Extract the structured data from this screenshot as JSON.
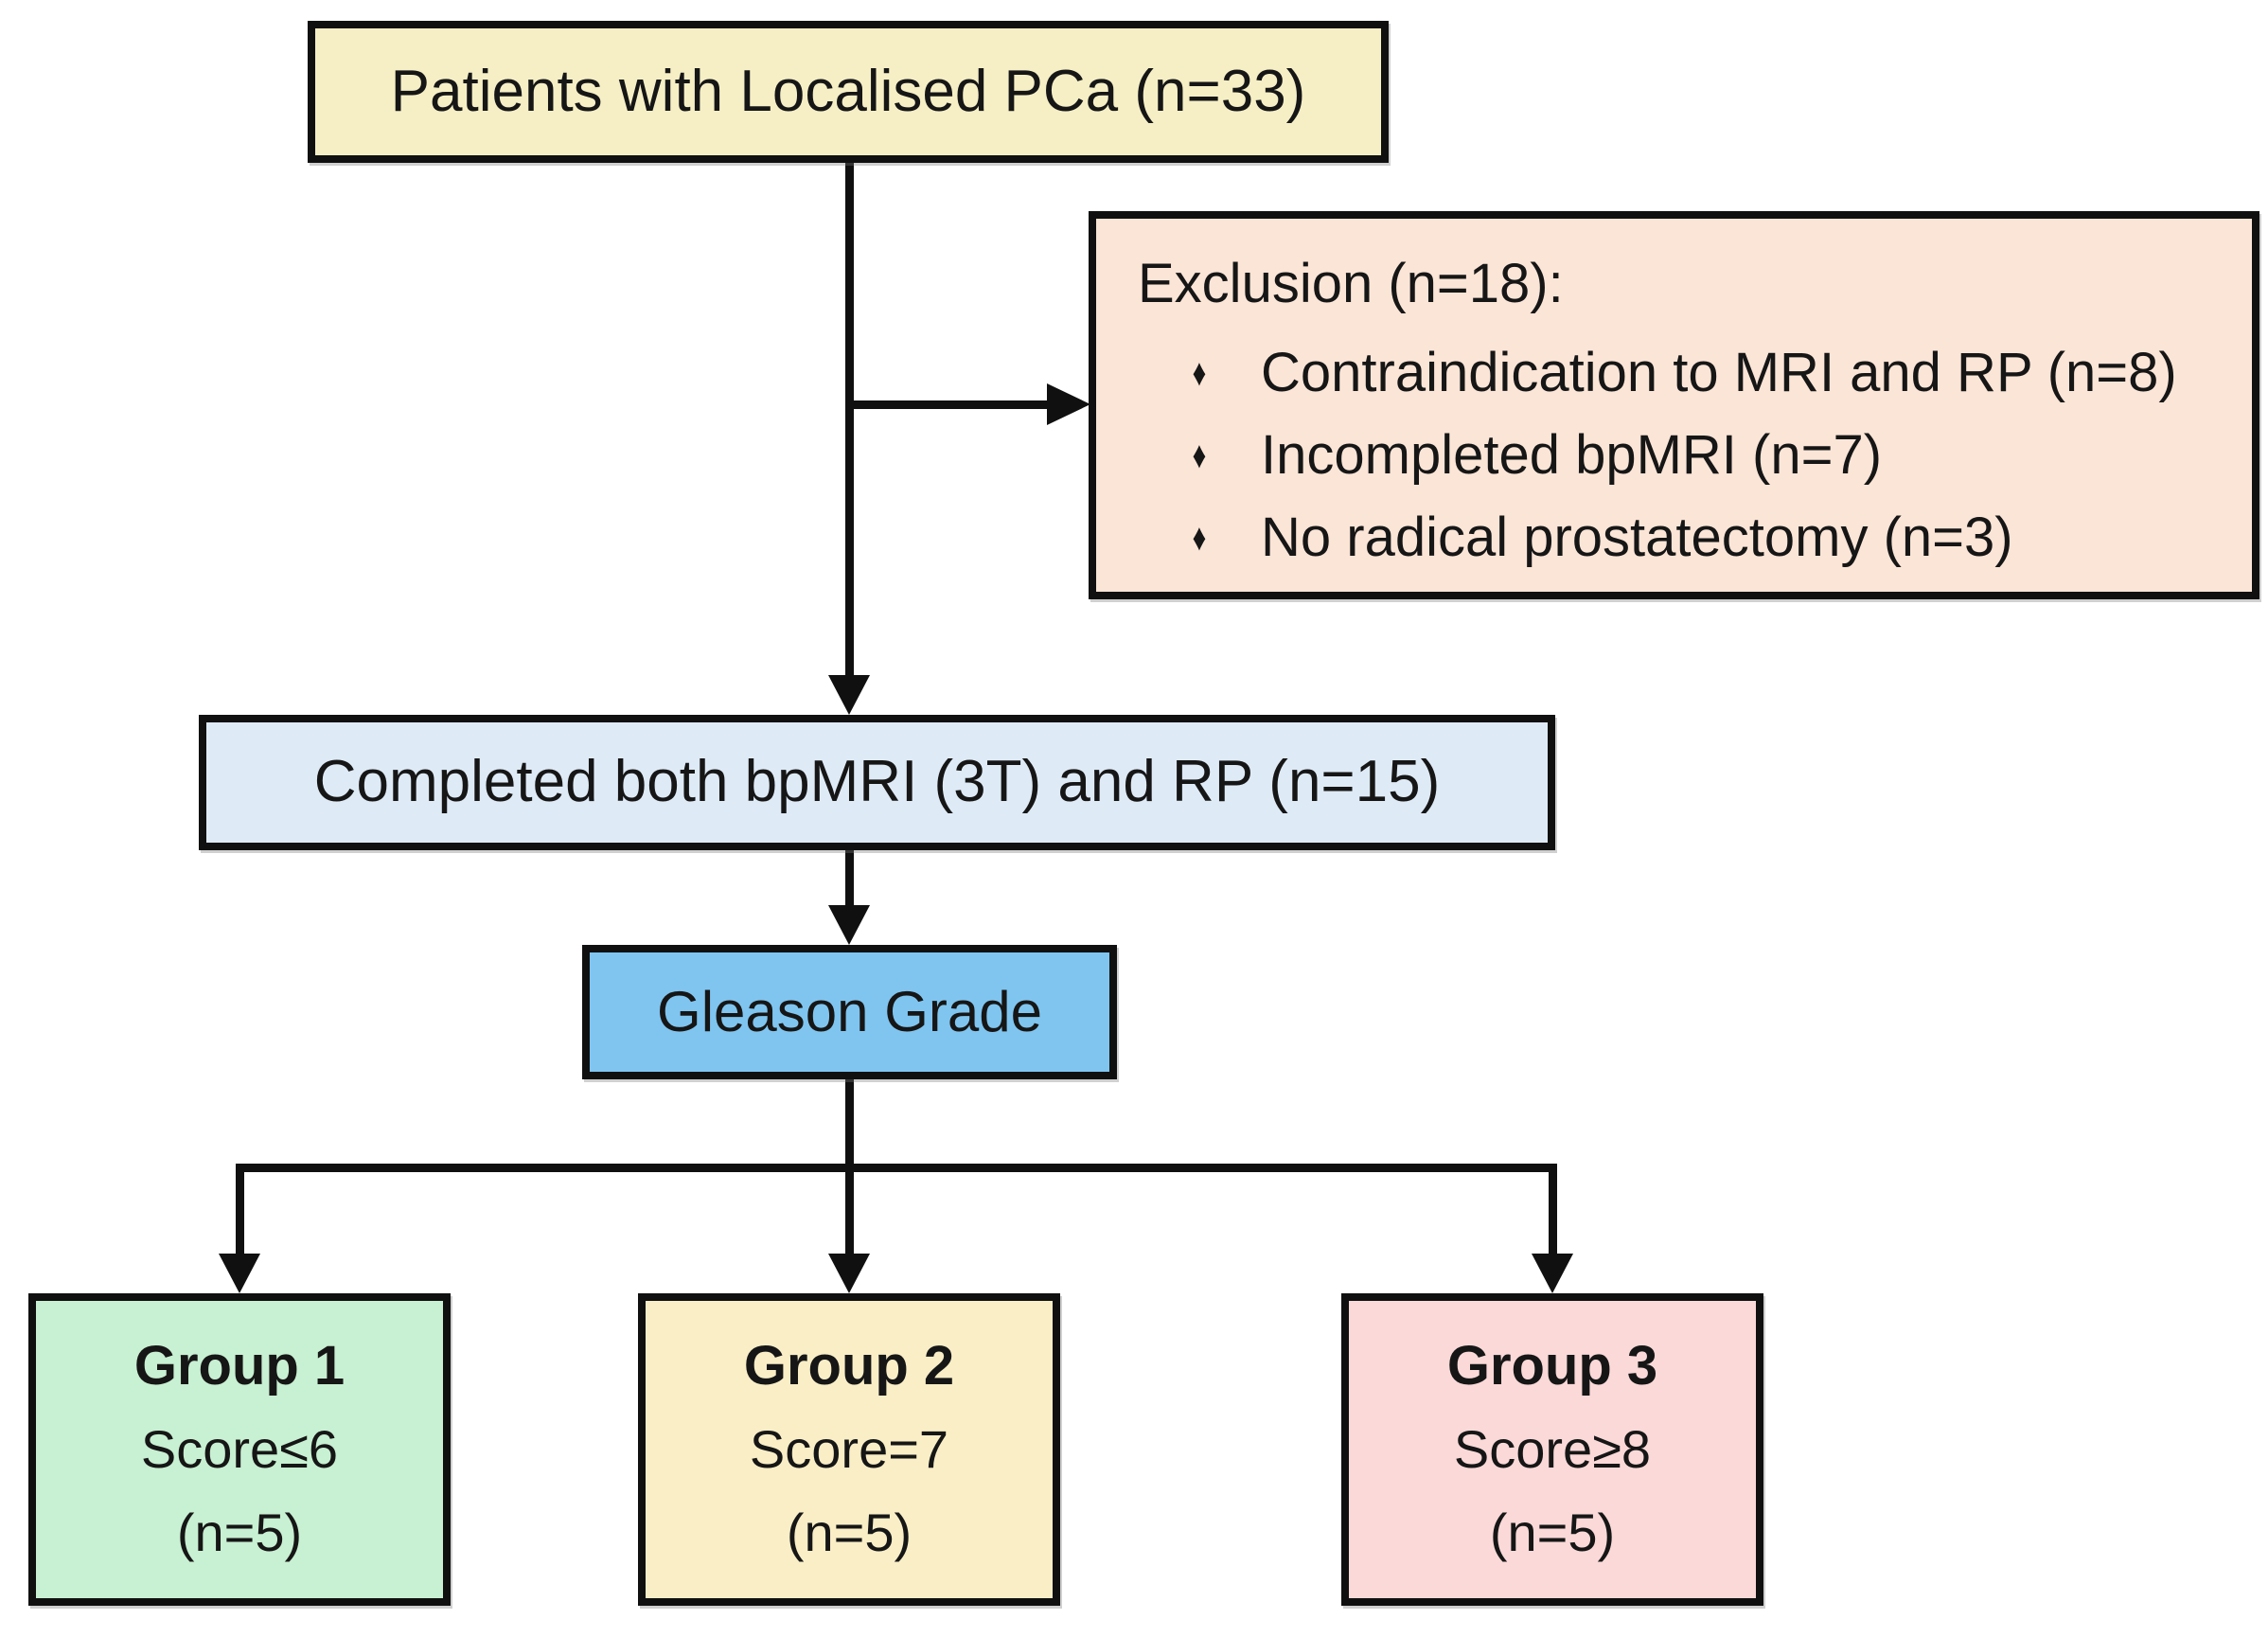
{
  "diagram": {
    "type": "flowchart",
    "nodes": {
      "patients": {
        "label": "Patients with Localised PCa (n=33)",
        "fill": "#F6EFC5"
      },
      "exclusion": {
        "title": "Exclusion (n=18):",
        "bullet": "♦",
        "items": [
          "Contraindication to MRI and RP (n=8)",
          "Incompleted bpMRI (n=7)",
          "No radical prostatectomy (n=3)"
        ],
        "fill": "#FBE5D7"
      },
      "completed": {
        "label": "Completed both bpMRI (3T) and RP (n=15)",
        "fill": "#DEEAF6"
      },
      "gleason": {
        "label": "Gleason Grade",
        "fill": "#7FC5F0"
      },
      "group1": {
        "title": "Group 1",
        "score": "Score≤6",
        "count": "(n=5)",
        "fill": "#C8F0D2"
      },
      "group2": {
        "title": "Group 2",
        "score": "Score=7",
        "count": "(n=5)",
        "fill": "#F9EEC6"
      },
      "group3": {
        "title": "Group 3",
        "score": "Score≥8",
        "count": "(n=5)",
        "fill": "#FAD9D8"
      }
    },
    "style": {
      "border_color": "#101010",
      "line_color": "#101010",
      "text_color": "#161616",
      "background": "#ffffff"
    }
  }
}
